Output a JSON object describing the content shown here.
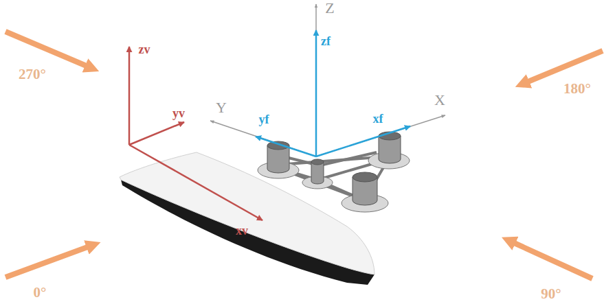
{
  "diagram": {
    "labels": [
      "Z",
      "zf",
      "X",
      "xf",
      "Y",
      "yf",
      "zv",
      "yv",
      "xv",
      "270°",
      "180°",
      "0°",
      "90°"
    ]
  }
}
